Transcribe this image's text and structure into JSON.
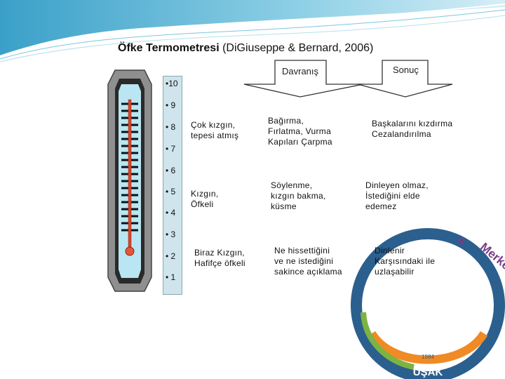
{
  "title": {
    "bold": "Öfke Termometresi",
    "rest": " (DiGiuseppe & Bernard, 2006)"
  },
  "scale": [
    "•10",
    "• 9",
    "• 8",
    "• 7",
    "• 6",
    "• 5",
    "• 4",
    "• 3",
    "• 2",
    "• 1"
  ],
  "headers": {
    "behavior": "Davranış",
    "result": "Sonuç"
  },
  "rows": [
    {
      "level": [
        "Çok kızgın,",
        "tepesi atmış"
      ],
      "behavior": [
        "Bağırma,",
        "Fırlatma, Vurma",
        "Kapıları Çarpma"
      ],
      "result": [
        "Başkalarını kızdırma",
        "Cezalandırılma"
      ]
    },
    {
      "level": [
        "Kızgın,",
        "Öfkeli"
      ],
      "behavior": [
        "Söylenme,",
        "kızgın bakma,",
        "küsme"
      ],
      "result": [
        "Dinleyen olmaz,",
        "İstediğini elde",
        "edemez"
      ]
    },
    {
      "level": [
        "Biraz Kızgın,",
        "Hafifçe öfkeli"
      ],
      "behavior": [
        "Ne hissettiğini",
        "ve ne istediğini",
        "sakince açıklama"
      ],
      "result": [
        "Dinlenir",
        "Karşısındaki ile",
        "uzlaşabilir"
      ]
    }
  ],
  "seal": {
    "text": "Merkezi",
    "text_prefix": "a",
    "year": "1984",
    "city": "UŞAK"
  },
  "colors": {
    "banner": "#5fb7d6",
    "thermo_outer": "#9a9a9a",
    "thermo_inner": "#b9e6f2",
    "mercury": "#d8452a",
    "seal_ring": "#2b5f8e",
    "seal_orange": "#f08a24",
    "seal_green": "#7cb342",
    "seal_text": "#7a3b86"
  }
}
